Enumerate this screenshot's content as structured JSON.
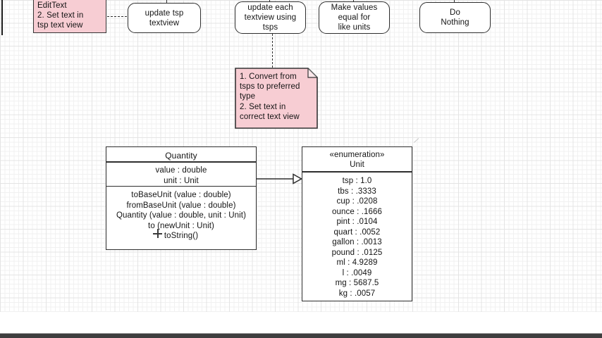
{
  "colors": {
    "note_fill": "#F7CDD3",
    "shape_border": "#2E2E2E",
    "text": "#141414",
    "grid_minor": "#F1F1F1",
    "grid_major": "#E4E4E4",
    "bottom_bar": "#3E3E3E"
  },
  "edittext_note": {
    "lines": [
      "EditText",
      "2. Set text in",
      "tsp text view"
    ]
  },
  "action_boxes": [
    {
      "lines": [
        "update tsp",
        "textview"
      ]
    },
    {
      "lines": [
        "update each",
        "textview using",
        "tsps"
      ]
    },
    {
      "lines": [
        "Make values",
        "equal for",
        "like units"
      ]
    },
    {
      "lines": [
        "Do",
        "Nothing"
      ]
    }
  ],
  "convert_note": {
    "lines": [
      "1. Convert from",
      "tsps to preferred",
      "type",
      "2. Set text in",
      "correct text view"
    ]
  },
  "quantity_class": {
    "title": "Quantity",
    "attributes": [
      "value : double",
      "unit : Unit"
    ],
    "methods": [
      "toBaseUnit (value : double)",
      "fromBaseUnit (value : double)",
      "Quantity (value : double, unit : Unit)",
      "to (newUnit : Unit)",
      "toString()"
    ]
  },
  "unit_enum": {
    "stereotype": "«enumeration»",
    "title": "Unit",
    "values": [
      "tsp : 1.0",
      "tbs : .3333",
      "cup : .0208",
      "ounce : .1666",
      "pint : .0104",
      "quart : .0052",
      "gallon : .0013",
      "pound : .0125",
      "ml : 4.9289",
      "l : .0049",
      "mg : 5687.5",
      "kg : .0057"
    ]
  }
}
